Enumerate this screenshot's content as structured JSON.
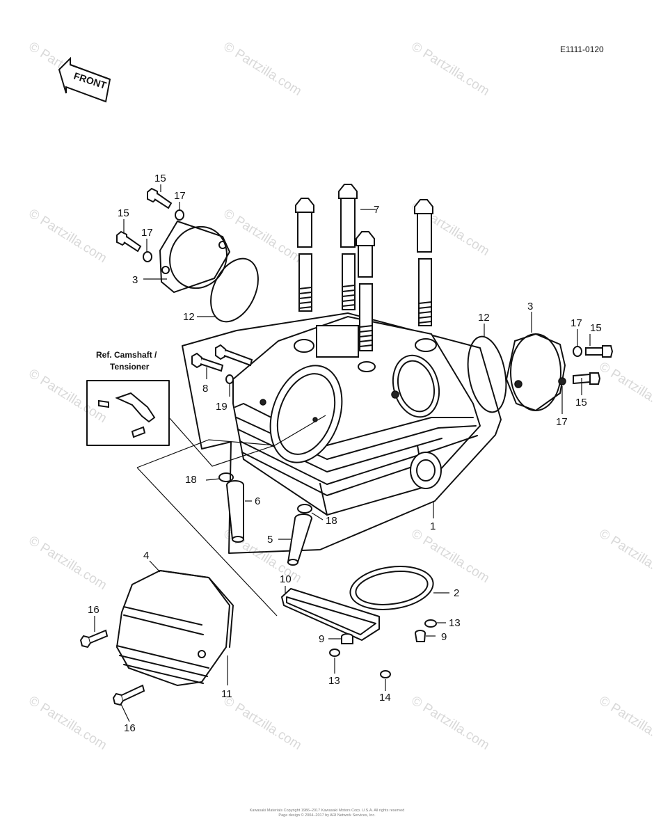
{
  "diagram_code": "E1111-0120",
  "front_label": "FRONT",
  "ref_box": {
    "line1": "Ref. Camshaft /",
    "line2": "Tensioner"
  },
  "watermark": "© Partzilla.com",
  "footer": {
    "line1": "Kawasaki Materials Copyright 1986–2017 Kawasaki Motors Corp. U.S.A. All rights reserved",
    "line2": "Page design © 2004–2017 by ARI Network Services, Inc."
  },
  "callouts": {
    "c1": "1",
    "c2": "2",
    "c3a": "3",
    "c3b": "3",
    "c4": "4",
    "c5": "5",
    "c6": "6",
    "c7": "7",
    "c8": "8",
    "c9a": "9",
    "c9b": "9",
    "c10": "10",
    "c11": "11",
    "c12a": "12",
    "c12b": "12",
    "c13a": "13",
    "c13b": "13",
    "c14": "14",
    "c15a": "15",
    "c15b": "15",
    "c15c": "15",
    "c15d": "15",
    "c16a": "16",
    "c16b": "16",
    "c17a": "17",
    "c17b": "17",
    "c17c": "17",
    "c17d": "17",
    "c18a": "18",
    "c18b": "18",
    "c19": "19"
  }
}
